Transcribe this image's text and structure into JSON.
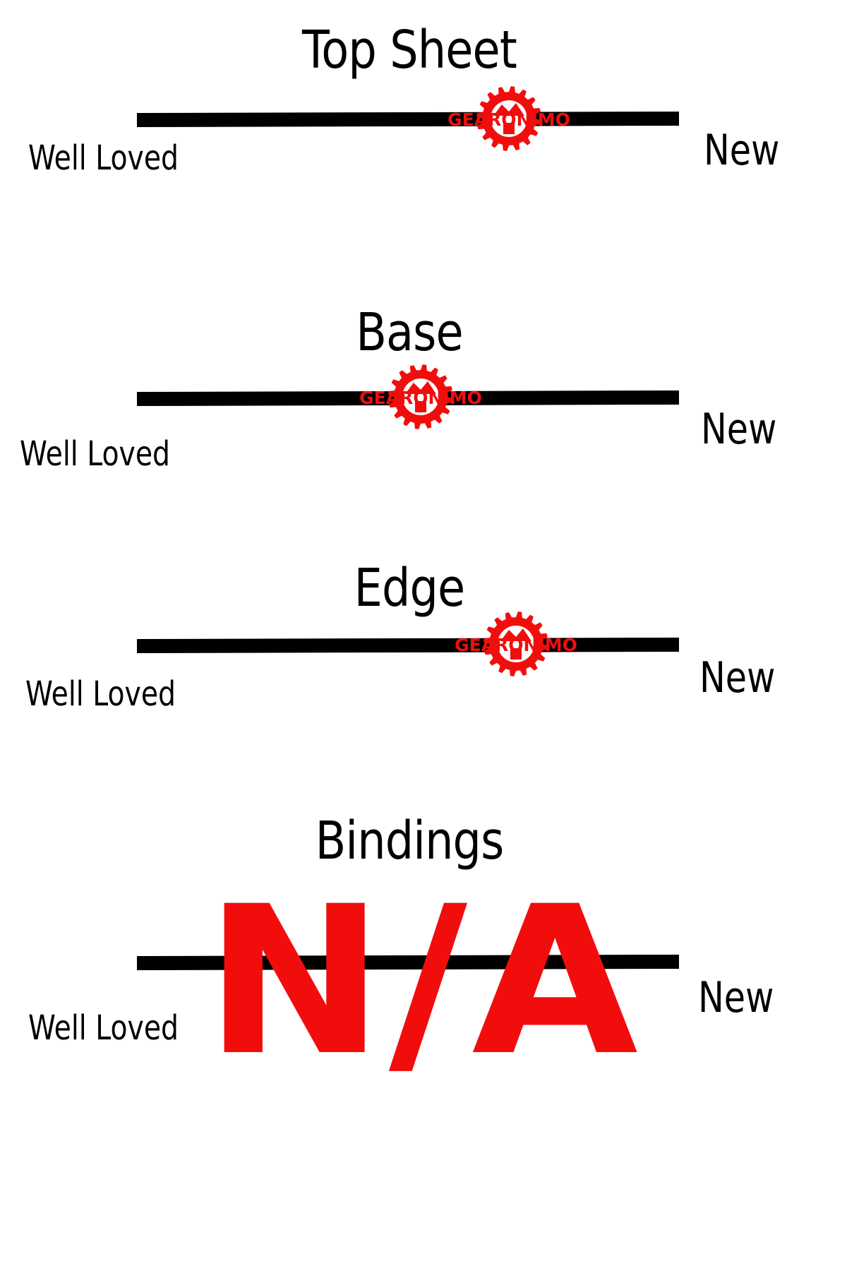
{
  "brand": {
    "logo_text": "GEARONIMO",
    "color": "#f20d0d"
  },
  "scale": {
    "low_label": "Well Loved",
    "high_label": "New"
  },
  "sections": [
    {
      "title": "Top Sheet",
      "rating": 0.69
    },
    {
      "title": "Base",
      "rating": 0.52
    },
    {
      "title": "Edge",
      "rating": 0.7
    },
    {
      "title": "Bindings",
      "rating": null,
      "stamp": "N/A"
    }
  ],
  "colors": {
    "line": "#000000",
    "stamp": "#f20d0d",
    "background": "#ffffff"
  }
}
